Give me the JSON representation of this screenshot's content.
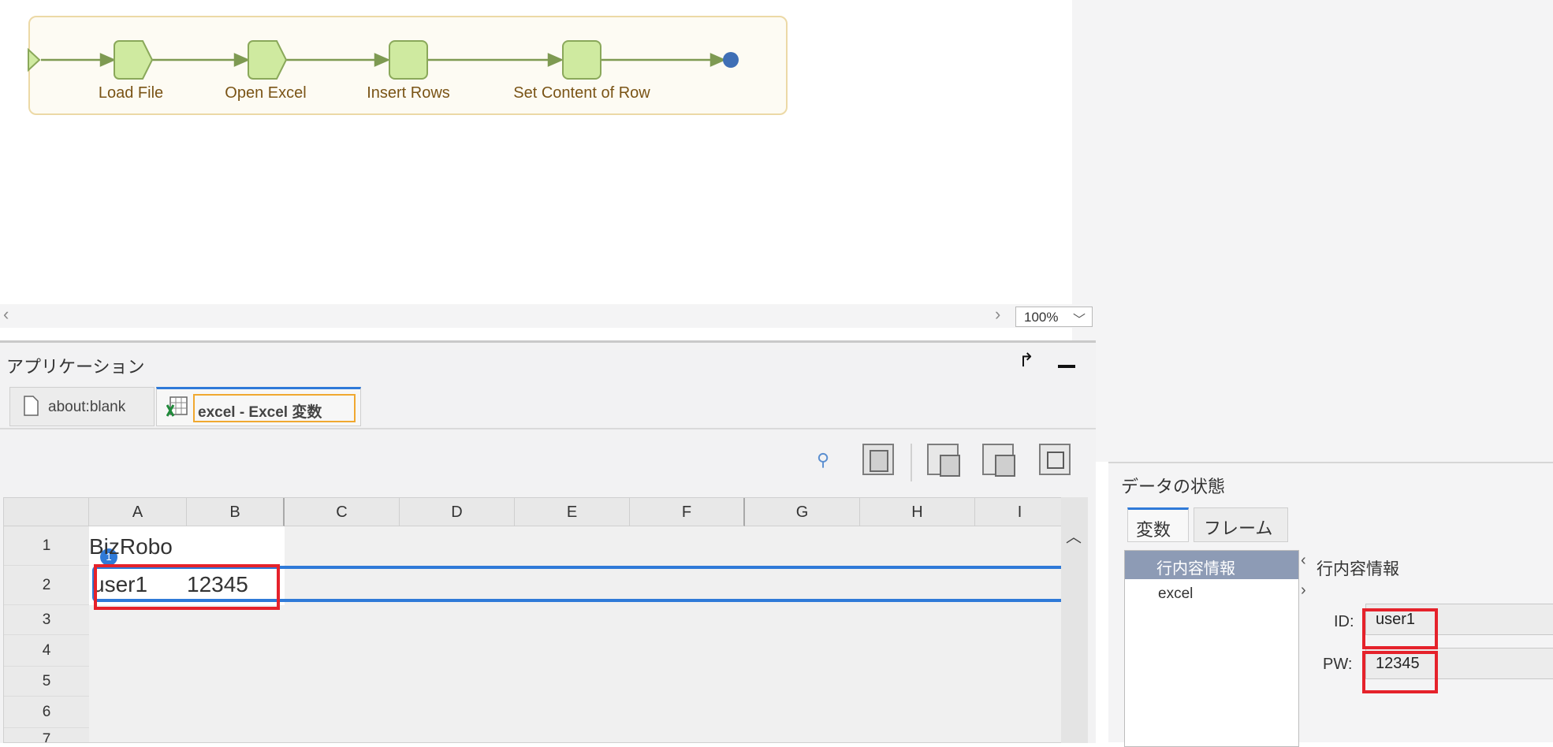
{
  "workflow": {
    "steps": [
      "Load File",
      "Open Excel",
      "Insert Rows",
      "Set Content of Row"
    ]
  },
  "canvas": {
    "zoom": "100%"
  },
  "application": {
    "title": "アプリケーション",
    "tabs": [
      {
        "label": "about:blank"
      },
      {
        "label": "excel - Excel 変数"
      }
    ]
  },
  "sheet": {
    "columns": [
      "A",
      "B",
      "C",
      "D",
      "E",
      "F",
      "G",
      "H",
      "I"
    ],
    "rows": [
      "1",
      "2",
      "3",
      "4",
      "5",
      "6",
      "7"
    ],
    "cells": {
      "A1": "BizRobo",
      "A2": "user1",
      "B2": "12345"
    }
  },
  "data_state": {
    "title": "データの状態",
    "tabs": [
      "変数",
      "フレーム"
    ],
    "variables": [
      "行内容情報",
      "excel"
    ],
    "detail_title": "行内容情報",
    "fields": [
      {
        "label": "ID:",
        "value": "user1"
      },
      {
        "label": "PW:",
        "value": "12345"
      }
    ]
  },
  "colors": {
    "step_fill": "#cfeaa0",
    "step_border": "#8aa85a",
    "arrow": "#7e9a52",
    "end_node": "#3f6fb5",
    "row_highlight": "#2f7ad8",
    "annotation_red": "#e5222b",
    "selected_variable": "#8d9bb5"
  }
}
